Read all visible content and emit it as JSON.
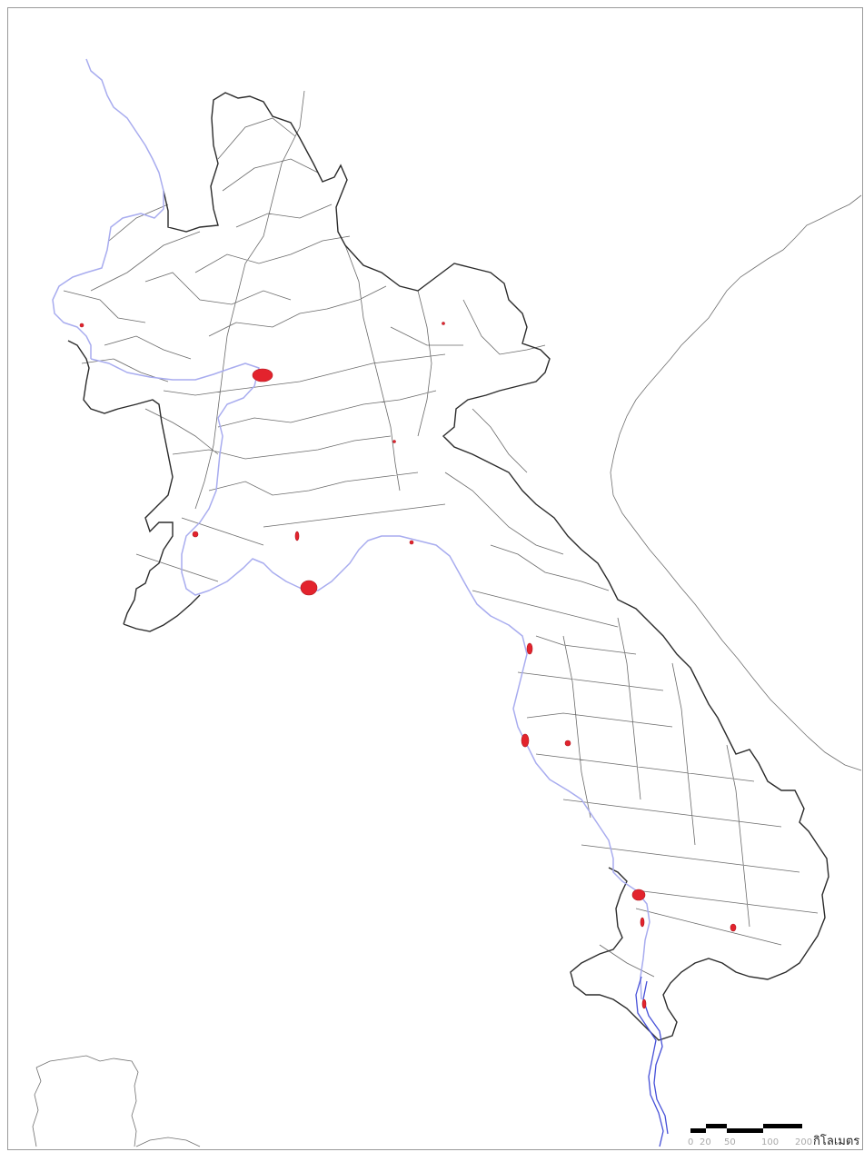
{
  "map": {
    "colors": {
      "country_border": "#2b2b2b",
      "district_border": "#6a6a6a",
      "river": "#a8acef",
      "river_dark": "#4650d8",
      "urban": "#e3232d",
      "neighbor_coast": "#707070"
    },
    "layers": [
      "country-border",
      "district-boundaries",
      "mekong-river",
      "urban-areas",
      "neighbor-coastline"
    ]
  },
  "scale_bar": {
    "ticks": [
      "0",
      "20",
      "50",
      "100",
      "200"
    ],
    "unit": "กิโลเมตร"
  }
}
